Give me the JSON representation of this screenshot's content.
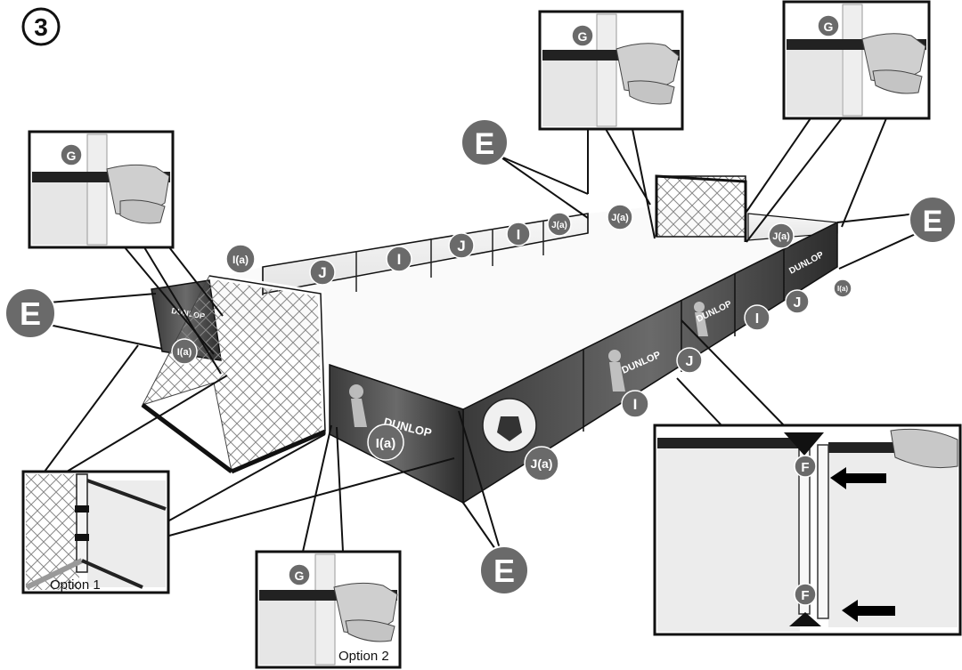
{
  "step": {
    "number": "3"
  },
  "labels": {
    "E": "E",
    "F": "F",
    "G": "G",
    "I": "I",
    "J": "J",
    "Ia": "I(a)",
    "Ja": "J(a)"
  },
  "brand": "DUNLOP",
  "captions": {
    "option1": "Option 1",
    "option2": "Option 2"
  },
  "colors": {
    "label_fill": "#6a6a6a",
    "label_text": "#ffffff",
    "outline": "#111111",
    "panel_dark": "#2e2e2e",
    "arrow": "#000000"
  }
}
